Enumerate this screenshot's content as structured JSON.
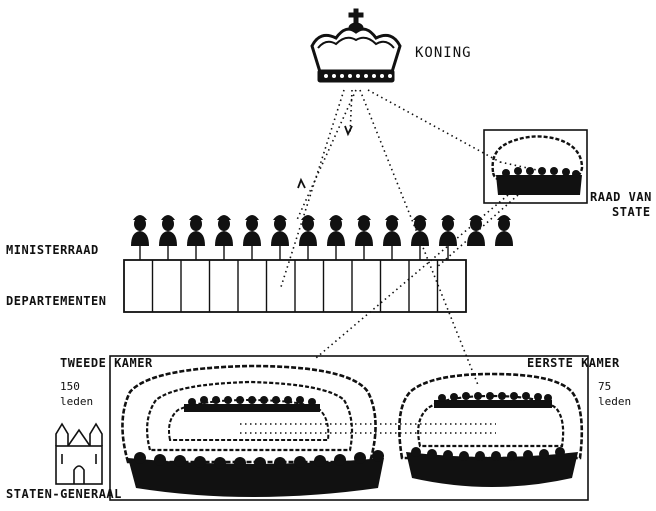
{
  "labels": {
    "koning": "KONING",
    "raad_van_state_1": "RAAD VAN",
    "raad_van_state_2": "STATE",
    "ministerraad": "MINISTERRAAD",
    "departementen": "DEPARTEMENTEN",
    "tweede_kamer": "TWEEDE KAMER",
    "eerste_kamer": "EERSTE KAMER",
    "tweede_count": "150",
    "tweede_unit": "leden",
    "eerste_count": "75",
    "eerste_unit": "leden",
    "staten_generaal": "STATEN-GENERAAL"
  },
  "colors": {
    "ink": "#111111",
    "paper": "#ffffff"
  },
  "ministers_count": 14,
  "departments_count": 12
}
